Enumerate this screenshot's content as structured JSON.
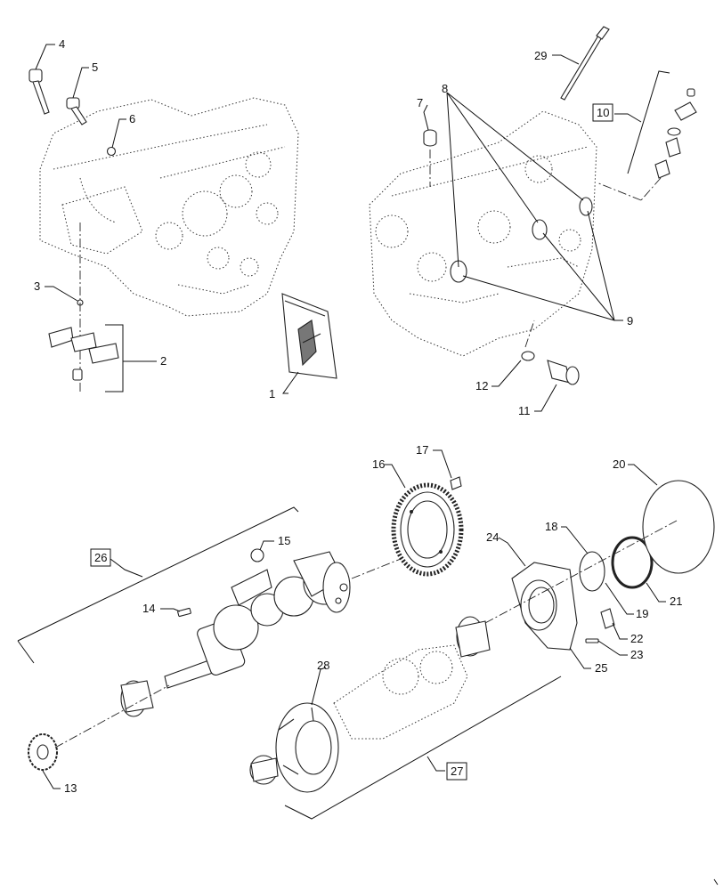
{
  "callouts": [
    "1",
    "2",
    "3",
    "4",
    "5",
    "6",
    "7",
    "8",
    "9",
    "10",
    "11",
    "12",
    "13",
    "14",
    "15",
    "16",
    "17",
    "18",
    "19",
    "20",
    "21",
    "22",
    "23",
    "24",
    "25",
    "26",
    "27",
    "28",
    "29"
  ],
  "boxed_callouts": [
    "10",
    "26",
    "27"
  ]
}
